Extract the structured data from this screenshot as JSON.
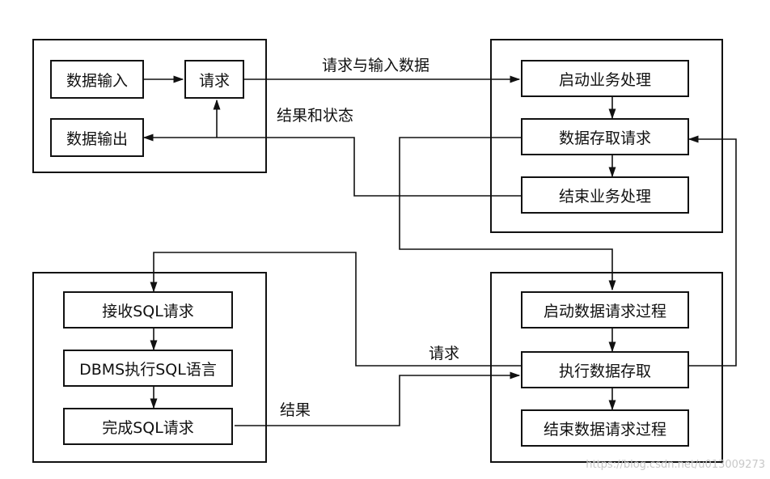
{
  "nodes": {
    "data_input": "数据输入",
    "request": "请求",
    "data_output": "数据输出",
    "start_business": "启动业务处理",
    "data_access_request": "数据存取请求",
    "end_business": "结束业务处理",
    "receive_sql": "接收SQL请求",
    "dbms_exec_sql": "DBMS执行SQL语言",
    "complete_sql": "完成SQL请求",
    "start_data_request": "启动数据请求过程",
    "exec_data_access": "执行数据存取",
    "end_data_request": "结束数据请求过程"
  },
  "edge_labels": {
    "request_and_input": "请求与输入数据",
    "result_and_status": "结果和状态",
    "request": "请求",
    "result": "结果"
  },
  "watermark": "https://blog.csdn.net/u013009273"
}
